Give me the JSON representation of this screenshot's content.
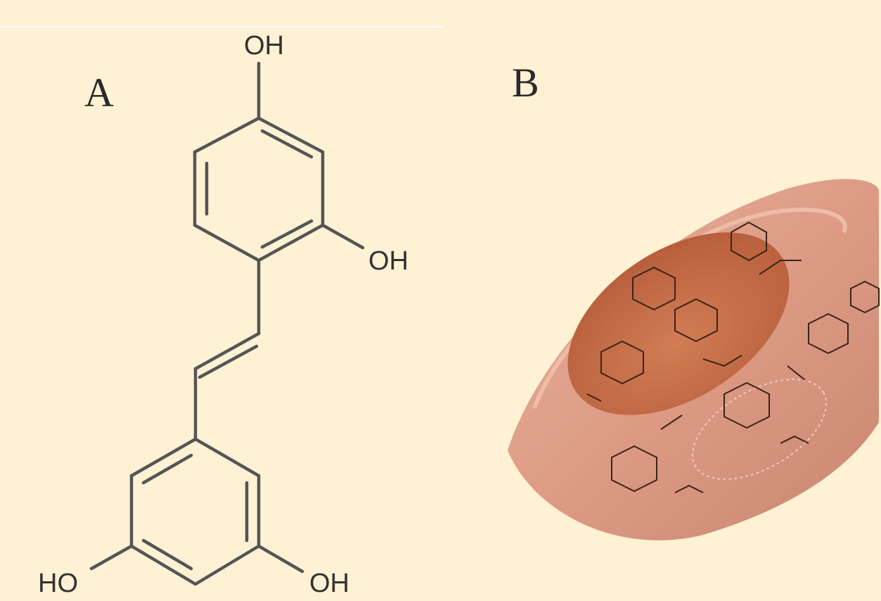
{
  "figure": {
    "panel_a": {
      "label": "A",
      "atoms": {
        "oh_top": "OH",
        "oh_right": "OH",
        "ho_bottom_left": "HO",
        "oh_bottom_right": "OH"
      }
    },
    "panel_b": {
      "label": "B"
    }
  },
  "colors": {
    "background": "#fff1d4",
    "bond": "#555555",
    "torus_outer": "#dd9b85",
    "torus_inner": "#c66c46"
  }
}
